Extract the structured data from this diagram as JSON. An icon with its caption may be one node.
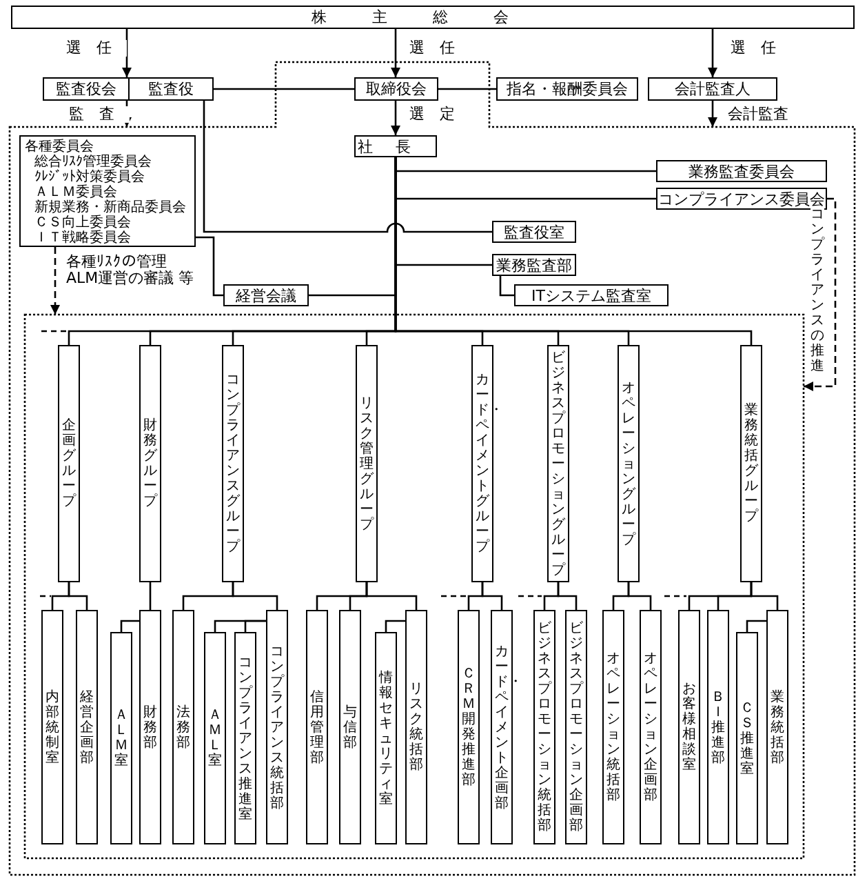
{
  "diagram": {
    "nodes": [
      {
        "text": [
          "株主総会"
        ]
      },
      {
        "text": [
          "監査役会"
        ]
      },
      {
        "text": [
          "監査役"
        ]
      },
      {
        "text": [
          "取締役会"
        ],
        "in": 6
      },
      {
        "text": [
          "指名・報酬委員会"
        ]
      },
      {
        "text": [
          "会計監査人"
        ]
      },
      {
        "text": [],
        "shape": "box"
      },
      {
        "text": [],
        "shape": "box",
        "in": 6
      },
      {
        "text": [
          "社長"
        ],
        "in": 6
      },
      {
        "text": [
          "各種委員会",
          "総合ﾘｽｸ管理委員会",
          "ｸﾚｼﾞｯﾄ対策委員会",
          "ＡＬＭ委員会",
          "新規業務・新商品委員会",
          "ＣＳ向上委員会",
          "ＩＴ戦略委員会"
        ],
        "in": 6
      },
      {
        "text": [
          "業務監査委員会"
        ],
        "in": 6
      },
      {
        "text": [
          "コンプライアンス委員会"
        ],
        "in": 6
      },
      {
        "text": [
          "監査役室"
        ],
        "in": 6
      },
      {
        "text": [
          "業務監査部"
        ],
        "in": 6
      },
      {
        "text": [
          "ITシステム監査室"
        ],
        "in": 6
      },
      {
        "text": [
          "経営会議"
        ],
        "in": 6
      },
      {
        "text": [
          "企画グループ"
        ],
        "in": 7
      },
      {
        "text": [
          "財務グループ"
        ],
        "in": 7
      },
      {
        "text": [
          "コンプライアンスグループ"
        ],
        "in": 7
      },
      {
        "text": [
          "リスク管理グループ"
        ],
        "in": 7
      },
      {
        "text": [
          "カード・ペイメントグループ"
        ],
        "in": 7
      },
      {
        "text": [
          "ビジネスプロモーショングループ"
        ],
        "in": 7
      },
      {
        "text": [
          "オペレーショングループ"
        ],
        "in": 7
      },
      {
        "text": [
          "業務統括グループ"
        ],
        "in": 7
      },
      {
        "text": [
          "内部統制室"
        ],
        "in": 7
      },
      {
        "text": [
          "経営企画部"
        ],
        "in": 7
      },
      {
        "text": [
          "ＡＬＭ室"
        ],
        "in": 7
      },
      {
        "text": [
          "財務部"
        ],
        "in": 7
      },
      {
        "text": [
          "法務部"
        ],
        "in": 7
      },
      {
        "text": [
          "ＡＭＬ室"
        ],
        "in": 7
      },
      {
        "text": [
          "コンプライアンス推進室"
        ],
        "in": 7
      },
      {
        "text": [
          "コンプライアンス統括部"
        ],
        "in": 7
      },
      {
        "text": [
          "信用管理部"
        ],
        "in": 7
      },
      {
        "text": [
          "与信部"
        ],
        "in": 7
      },
      {
        "text": [
          "情報セキュリティ室"
        ],
        "in": 7
      },
      {
        "text": [
          "リスク統括部"
        ],
        "in": 7
      },
      {
        "text": [
          "ＣＲＭ開発推進部"
        ],
        "in": 7
      },
      {
        "text": [
          "カード・ペイメント企画部"
        ],
        "in": 7
      },
      {
        "text": [
          "ビジネスプロモーション統括部"
        ],
        "in": 7
      },
      {
        "text": [
          "ビジネスプロモーション企画部"
        ],
        "in": 7
      },
      {
        "text": [
          "オペレーション統括部"
        ],
        "in": 7
      },
      {
        "text": [
          "オペレーション企画部"
        ],
        "in": 7
      },
      {
        "text": [
          "お客様相談室"
        ],
        "in": 7
      },
      {
        "text": [
          "ＢＩ推進部"
        ],
        "in": 7
      },
      {
        "text": [
          "ＣＳ推進室"
        ],
        "in": 7
      },
      {
        "text": [
          "業務統括部"
        ],
        "in": 7
      }
    ],
    "edges": [
      {
        "from": 0,
        "to": 1,
        "arrow": "to",
        "label": "選任"
      },
      {
        "from": 0,
        "to": 3,
        "arrow": "to",
        "label": "選任"
      },
      {
        "from": 0,
        "to": 5,
        "arrow": "to",
        "label": "選任"
      },
      {
        "from": 1,
        "to": 6,
        "arrow": "to",
        "label": "監査"
      },
      {
        "from": 5,
        "to": 6,
        "arrow": "to",
        "label": "会計監査"
      },
      {
        "from": 3,
        "to": 8,
        "arrow": "to",
        "label": "選定"
      },
      {
        "from": 2,
        "to": 3,
        "arrow": "none"
      },
      {
        "from": 3,
        "to": 4,
        "arrow": "none"
      },
      {
        "from": 2,
        "to": 12,
        "arrow": "none"
      },
      {
        "from": 8,
        "to": 10,
        "arrow": "none"
      },
      {
        "from": 8,
        "to": 11,
        "arrow": "none"
      },
      {
        "from": 8,
        "to": 13,
        "arrow": "none"
      },
      {
        "from": 13,
        "to": 14,
        "arrow": "none"
      },
      {
        "from": 8,
        "to": 15,
        "arrow": "none"
      },
      {
        "from": 9,
        "to": 15,
        "arrow": "none"
      },
      {
        "from": 9,
        "to": 7,
        "arrow": "to",
        "style": "dashed",
        "label": "各種ﾘｽｸの管理ALM運営の審議 等"
      },
      {
        "from": 11,
        "to": 7,
        "arrow": "to",
        "style": "dashed",
        "label": "コンプライアンスの推進"
      },
      {
        "from": 8,
        "to": 16,
        "arrow": "none"
      },
      {
        "from": 8,
        "to": 17,
        "arrow": "none"
      },
      {
        "from": 8,
        "to": 18,
        "arrow": "none"
      },
      {
        "from": 8,
        "to": 19,
        "arrow": "none"
      },
      {
        "from": 8,
        "to": 20,
        "arrow": "none"
      },
      {
        "from": 8,
        "to": 21,
        "arrow": "none"
      },
      {
        "from": 8,
        "to": 22,
        "arrow": "none"
      },
      {
        "from": 8,
        "to": 23,
        "arrow": "none"
      },
      {
        "from": 16,
        "to": 24,
        "arrow": "none"
      },
      {
        "from": 16,
        "to": 25,
        "arrow": "none"
      },
      {
        "from": 17,
        "to": 27,
        "arrow": "none"
      },
      {
        "from": 27,
        "to": 26,
        "arrow": "none"
      },
      {
        "from": 18,
        "to": 28,
        "arrow": "none"
      },
      {
        "from": 18,
        "to": 31,
        "arrow": "none"
      },
      {
        "from": 31,
        "to": 29,
        "arrow": "none"
      },
      {
        "from": 31,
        "to": 30,
        "arrow": "none"
      },
      {
        "from": 19,
        "to": 32,
        "arrow": "none"
      },
      {
        "from": 19,
        "to": 33,
        "arrow": "none"
      },
      {
        "from": 19,
        "to": 35,
        "arrow": "none"
      },
      {
        "from": 35,
        "to": 34,
        "arrow": "none"
      },
      {
        "from": 20,
        "to": 36,
        "arrow": "none"
      },
      {
        "from": 20,
        "to": 37,
        "arrow": "none"
      },
      {
        "from": 21,
        "to": 38,
        "arrow": "none"
      },
      {
        "from": 21,
        "to": 39,
        "arrow": "none"
      },
      {
        "from": 22,
        "to": 40,
        "arrow": "none"
      },
      {
        "from": 22,
        "to": 41,
        "arrow": "none"
      },
      {
        "from": 23,
        "to": 42,
        "arrow": "none"
      },
      {
        "from": 23,
        "to": 43,
        "arrow": "none"
      },
      {
        "from": 23,
        "to": 45,
        "arrow": "none"
      },
      {
        "from": 45,
        "to": 44,
        "arrow": "none"
      }
    ]
  }
}
